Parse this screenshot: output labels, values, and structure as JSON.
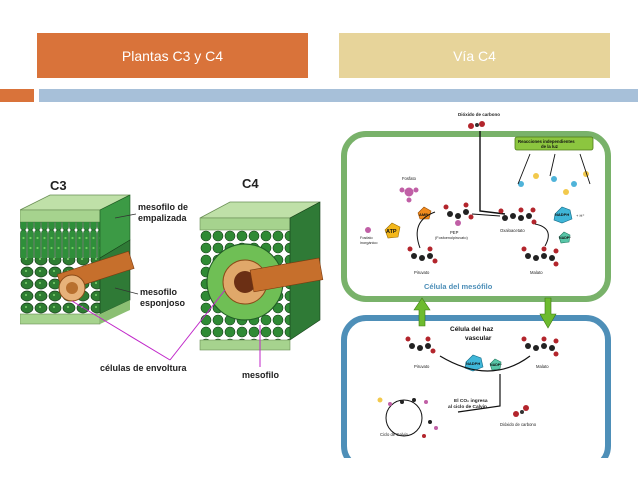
{
  "header": {
    "tab_left": "Plantas C3 y C4",
    "tab_right": "Vía C4",
    "colors": {
      "orange": "#d9733a",
      "sand": "#e7d49a",
      "blue_band": "#a7c0d9"
    }
  },
  "leaf_diagram": {
    "label_c3": "C3",
    "label_c4": "C4",
    "mesofilo_empalizada_1": "mesofilo de",
    "mesofilo_empalizada_2": "empalizada",
    "mesofilo_esponjoso_1": "mesofilo",
    "mesofilo_esponjoso_2": "esponjoso",
    "celulas_envoltura": "células de envoltura",
    "mesofilo": "mesofilo"
  },
  "c4_pathway": {
    "dioxido_top": "Dióxido de carbono",
    "reacciones_1": "Reacciones independientes",
    "reacciones_2": "de la luz",
    "fosfato": "Fosfato",
    "atp": "ATP",
    "amp": "AMP",
    "pep": "PEP",
    "pep_sub": "(Fosfoenolpiruvato)",
    "fosfato_inorganico_1": "Fosfato",
    "fosfato_inorganico_2": "inorgánico",
    "oxaloacetato": "Oxaloacetato",
    "nadph_top": "NADPH",
    "h_plus": "+ H⁺",
    "nadp_top": "NADP⁺",
    "piruvato_top": "Piruvato",
    "malato_top": "Malato",
    "celula_mesofilo": "Célula del mesófilo",
    "celula_haz_1": "Célula del haz",
    "celula_haz_2": "vascular",
    "nadph_bottom": "NADPH",
    "nadp_bottom": "NADP⁺",
    "piruvato_bottom": "Piruvato",
    "malato_bottom": "Malato",
    "co2_ingresa_1": "El CO₂ ingresa",
    "co2_ingresa_2": "al ciclo de Calvin",
    "ciclo_calvin": "Ciclo de Calvin",
    "dioxido_bottom": "Dióxido de carbono"
  }
}
